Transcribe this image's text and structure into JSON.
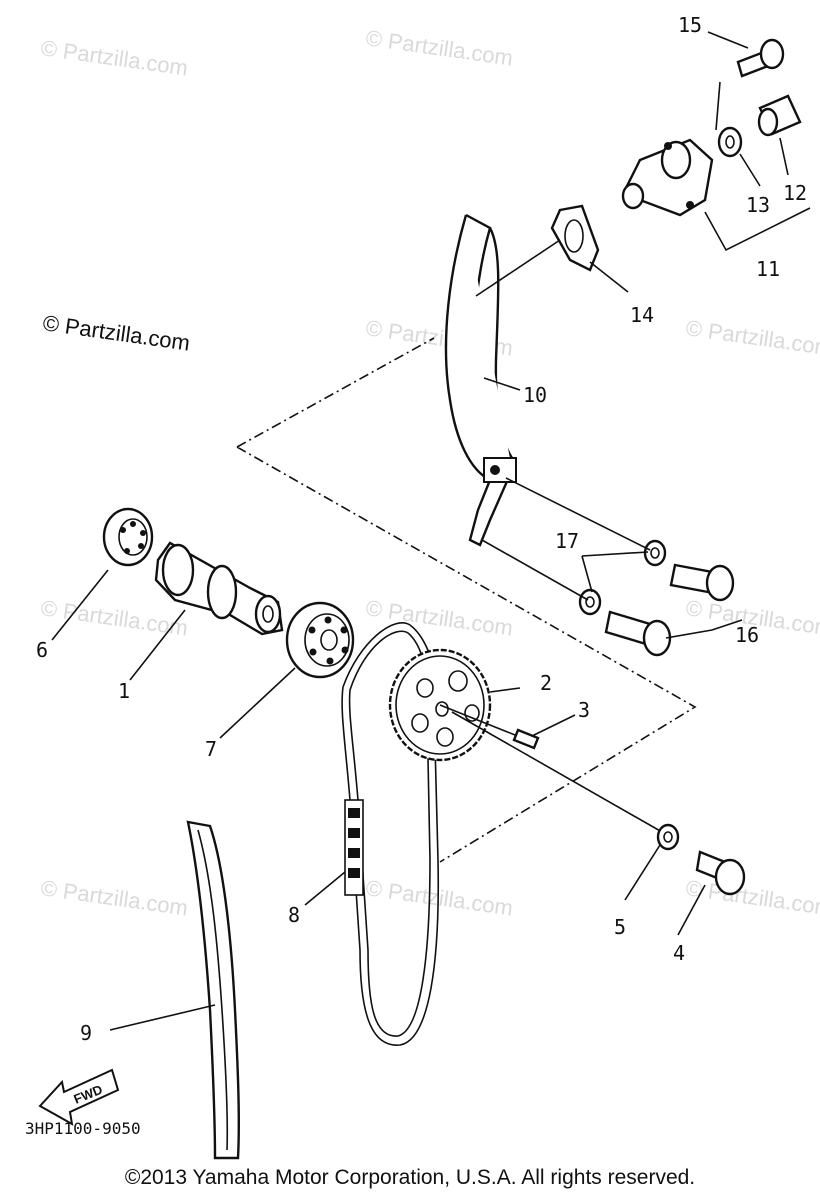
{
  "watermark": {
    "text": "© Partzilla.com",
    "main_text": "© Partzilla.com"
  },
  "diagram_code": "3HP1100-9050",
  "fwd_label": "FWD",
  "callouts": {
    "p1": "1",
    "p2": "2",
    "p3": "3",
    "p4": "4",
    "p5": "5",
    "p6": "6",
    "p7": "7",
    "p8": "8",
    "p9": "9",
    "p10": "10",
    "p11": "11",
    "p12": "12",
    "p13": "13",
    "p14": "14",
    "p15": "15",
    "p16": "16",
    "p17": "17"
  },
  "copyright": "©2013 Yamaha Motor Corporation, U.S.A. All rights reserved."
}
